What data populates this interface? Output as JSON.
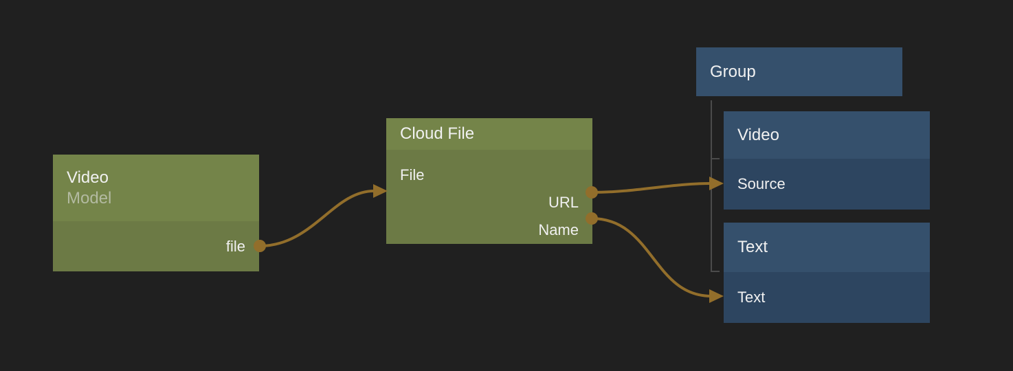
{
  "app": {
    "type": "node-graph-editor",
    "background_color": "#202020"
  },
  "palette": {
    "green_node_header": "#748449",
    "green_node_body": "#6c7a45",
    "blue_node_header": "#35506c",
    "blue_node_body": "#2d4560",
    "wire_color": "#926e2b",
    "group_tree_line_color": "#4b4b4b",
    "title_text_color": "#f1f1f1",
    "subtitle_text_color": "#b3baa1",
    "port_text_color": "#f0f0f0"
  },
  "nodes": {
    "video_model": {
      "title": "Video",
      "subtitle": "Model",
      "outputs": [
        {
          "label": "file"
        }
      ]
    },
    "cloud_file": {
      "title": "Cloud File",
      "inputs": [
        {
          "label": "File"
        }
      ],
      "outputs": [
        {
          "label": "URL"
        },
        {
          "label": "Name"
        }
      ]
    },
    "group": {
      "title": "Group",
      "children": [
        "Video",
        "Text"
      ]
    },
    "video_sink": {
      "title": "Video",
      "inputs": [
        {
          "label": "Source"
        }
      ]
    },
    "text_sink": {
      "title": "Text",
      "inputs": [
        {
          "label": "Text"
        }
      ]
    }
  },
  "edges": [
    {
      "from_node": "Video (Model)",
      "from_port": "file",
      "to_node": "Cloud File",
      "to_port": "File"
    },
    {
      "from_node": "Cloud File",
      "from_port": "URL",
      "to_node": "Video",
      "to_port": "Source"
    },
    {
      "from_node": "Cloud File",
      "from_port": "Name",
      "to_node": "Text",
      "to_port": "Text"
    }
  ]
}
